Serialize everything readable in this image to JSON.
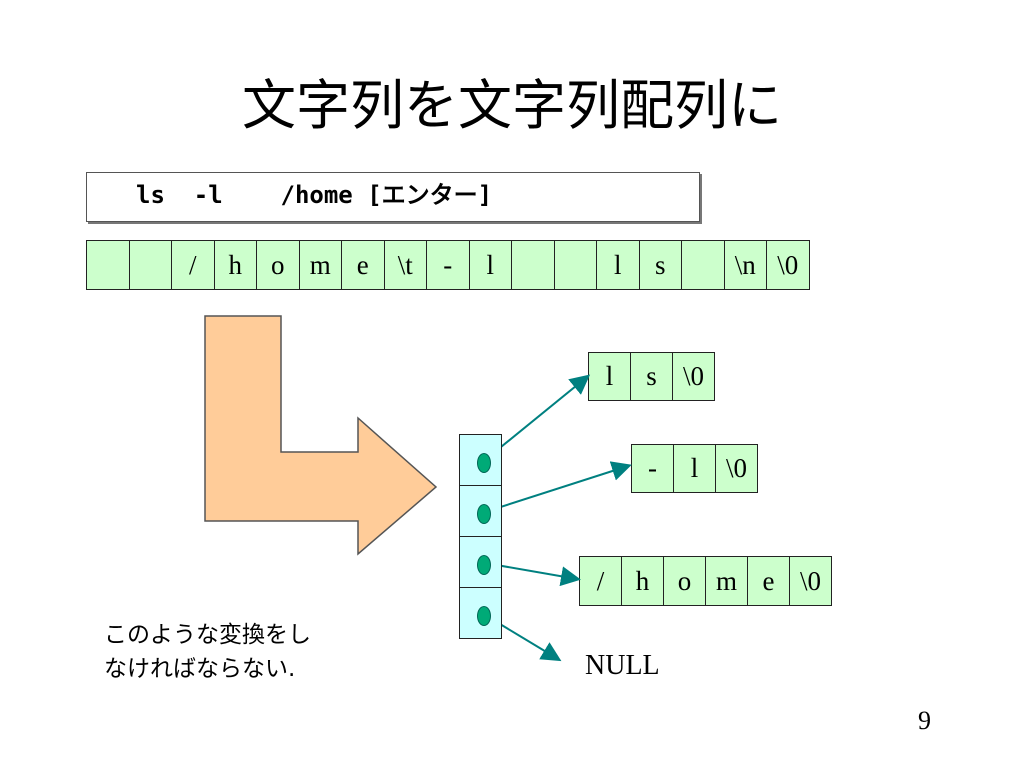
{
  "slide": {
    "title": "文字列を文字列配列に",
    "command_line": "ls  -l    /home [エンター]",
    "buffer_cells": [
      "",
      "",
      "/",
      "h",
      "o",
      "m",
      "e",
      "\\t",
      "-",
      "l",
      "",
      "",
      "l",
      "s",
      "",
      "\\n",
      "\\0"
    ],
    "array_ls": [
      "l",
      "s",
      "\\0"
    ],
    "array_l": [
      "-",
      "l",
      "\\0"
    ],
    "array_home": [
      "/",
      "h",
      "o",
      "m",
      "e",
      "\\0"
    ],
    "null_label": "NULL",
    "note_line1": "このような変換をし",
    "note_line2": "なければならない.",
    "page_number": "9"
  },
  "colors": {
    "cell_fill": "#ccffcc",
    "pointer_fill": "#ccffff",
    "arrow_fill": "#ffcc99",
    "pointer_arrow": "#008080"
  }
}
